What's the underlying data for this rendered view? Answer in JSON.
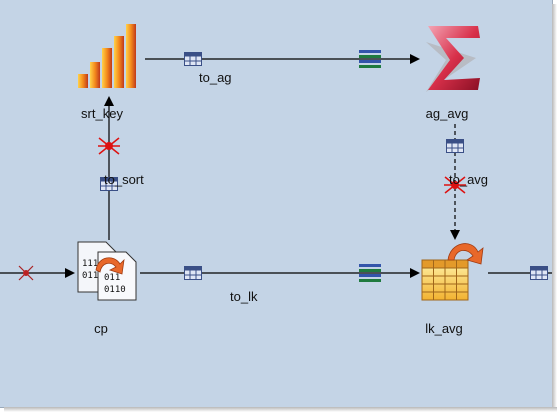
{
  "components": {
    "srt_key": {
      "label": "srt_key",
      "icon": "sort-bars-icon"
    },
    "ag_avg": {
      "label": "ag_avg",
      "icon": "sigma-aggregate-icon"
    },
    "cp": {
      "label": "cp",
      "icon": "copy-documents-icon"
    },
    "lk_avg": {
      "label": "lk_avg",
      "icon": "lookup-table-icon"
    }
  },
  "links": {
    "to_ag": "to_ag",
    "to_sort": "to_sort",
    "to_avg": "to_avg",
    "to_lk": "to_lk"
  },
  "colors": {
    "canvas": "#c4d4e6",
    "link": "#000000",
    "error_marker": "#dd1111",
    "badge_fill": "#dfe6f5",
    "badge_border": "#3a4f86",
    "buffer_green": "#1f7a3e",
    "buffer_blue": "#3355aa"
  }
}
